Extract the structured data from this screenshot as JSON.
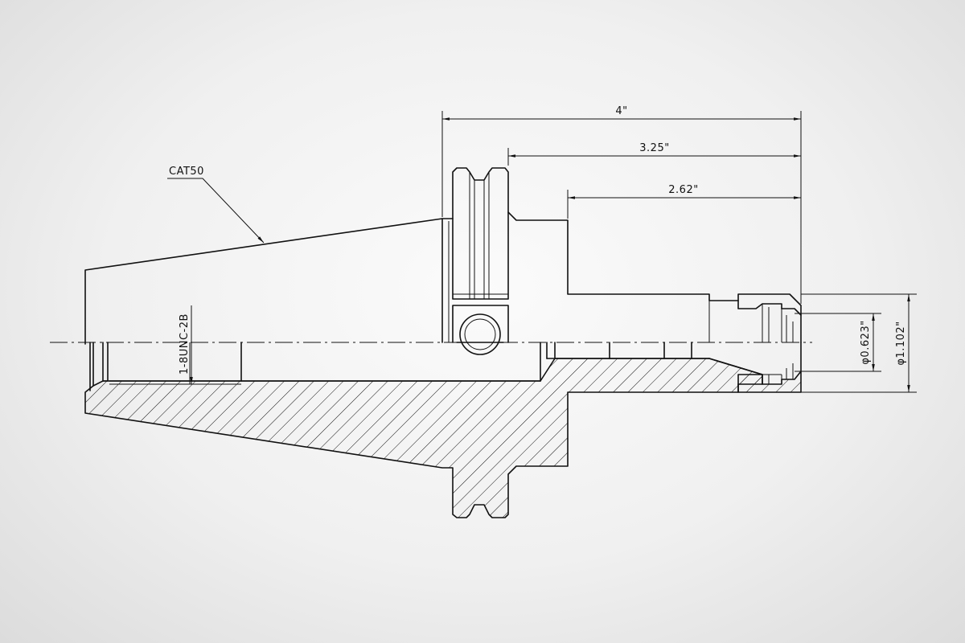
{
  "labels": {
    "taper": "CAT50",
    "thread": "1-8UNC-2B"
  },
  "dimensions": {
    "overall_length": "4\"",
    "length_from_flange": "3.25\"",
    "nose_length": "2.62\"",
    "bore_diameter": "φ0.623\"",
    "nose_diameter": "φ1.102\""
  }
}
